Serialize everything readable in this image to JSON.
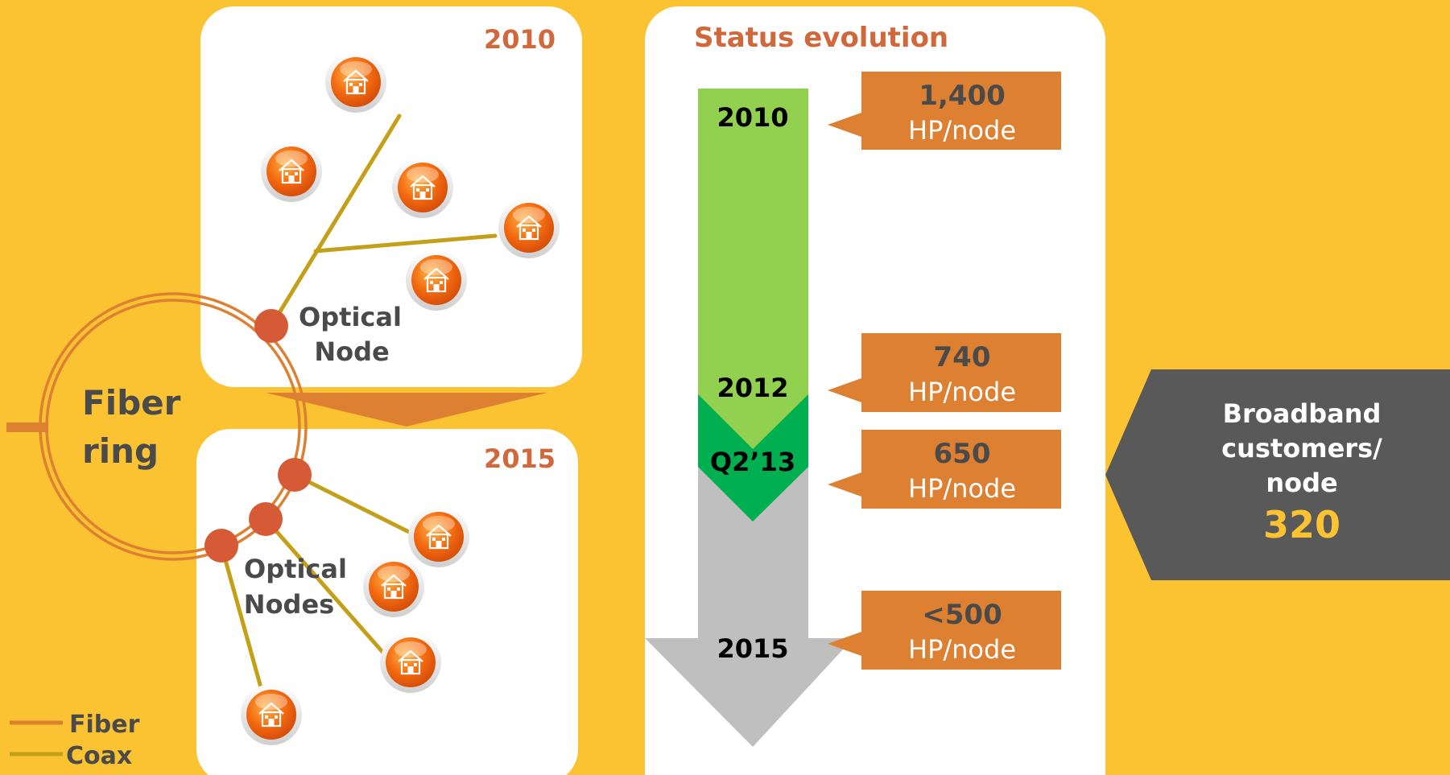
{
  "colors": {
    "background": "#FBC232",
    "panel": "#FFFFFF",
    "accent_orange": "#DE8032",
    "fiber": "#DE8032",
    "coax": "#C4A018",
    "node_dot": "#D65A35",
    "green_light": "#92D050",
    "green_dark": "#00B050",
    "gray_arrow": "#BFBFBF",
    "dark_panel": "#595959",
    "highlight_value": "#FBC232",
    "title_text": "#D0683B",
    "label_text": "#4A4A4A"
  },
  "network": {
    "top_year": "2010",
    "bottom_year": "2015",
    "optical_node_label": [
      "Optical",
      "Node"
    ],
    "optical_nodes_label": [
      "Optical",
      "Nodes"
    ],
    "fiber_ring_label": [
      "Fiber",
      "ring"
    ],
    "house_icon": "house-icon"
  },
  "legend": {
    "fiber_label": "Fiber",
    "coax_label": "Coax"
  },
  "status": {
    "title": "Status evolution",
    "years": [
      "2010",
      "2012",
      "Q2’13",
      "2015"
    ],
    "callouts": [
      {
        "value": "1,400",
        "unit": "HP/node"
      },
      {
        "value": "740",
        "unit": "HP/node"
      },
      {
        "value": "650",
        "unit": "HP/node"
      },
      {
        "value": "<500",
        "unit": "HP/node"
      }
    ]
  },
  "broadband": {
    "label": [
      "Broadband",
      "customers/",
      "node"
    ],
    "value": "320"
  }
}
